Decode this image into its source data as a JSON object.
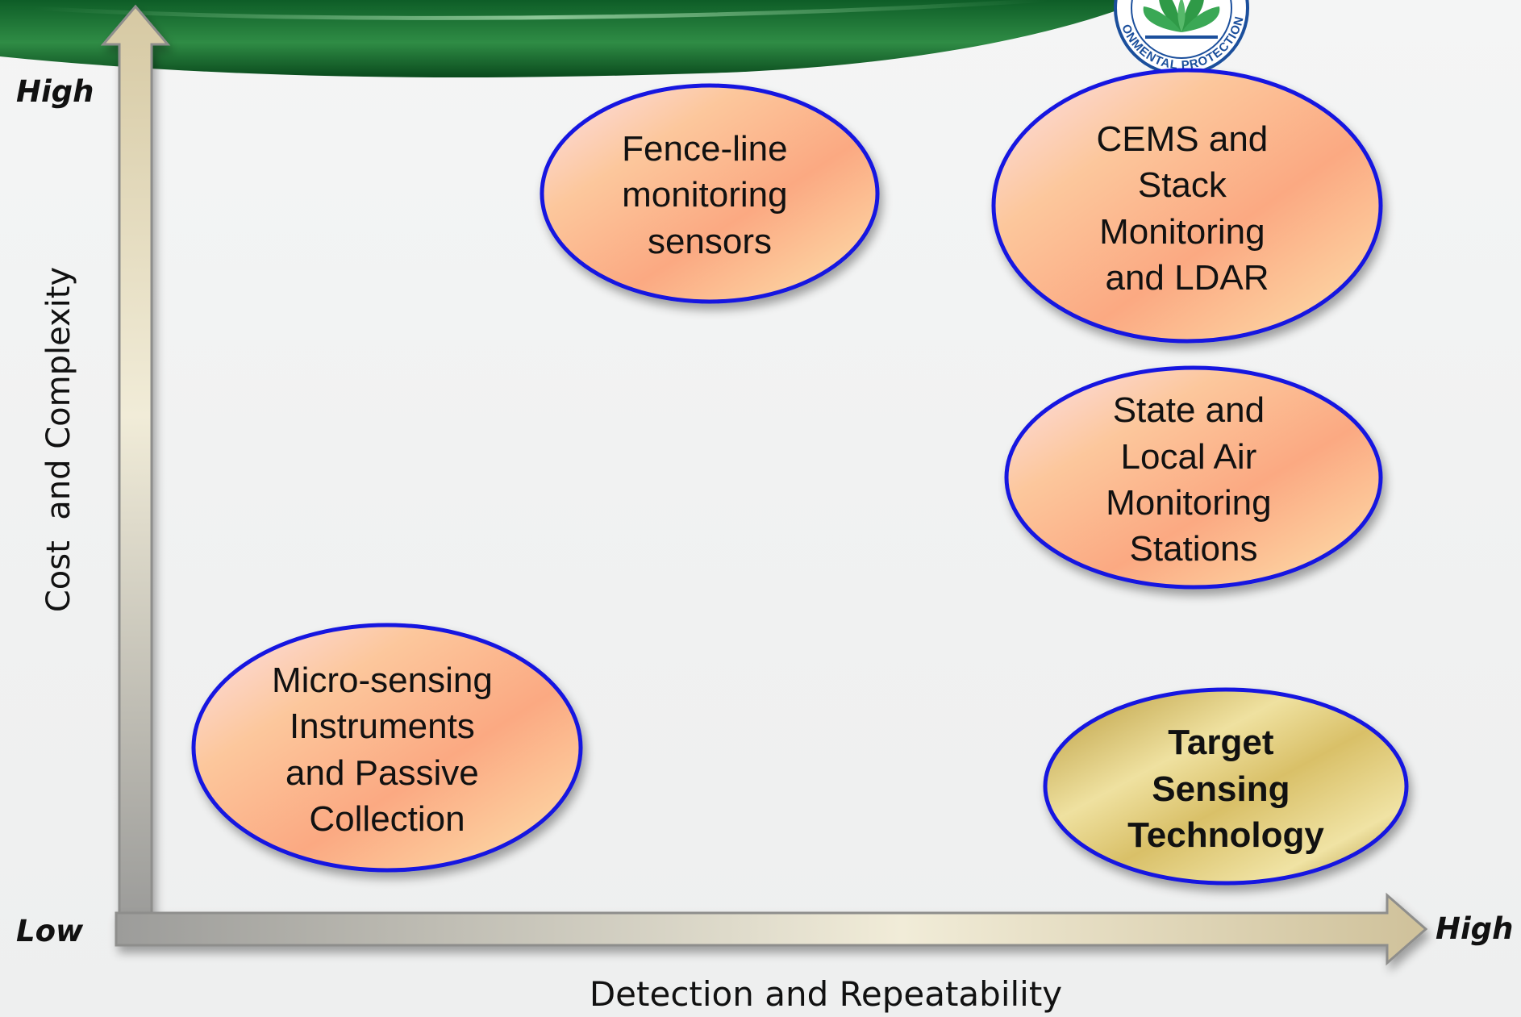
{
  "y_axis": {
    "title": "Cost  and Complexity",
    "high_label": "High",
    "low_label": "Low"
  },
  "x_axis": {
    "title": "Detection and Repeatability",
    "high_label": "High"
  },
  "logo": {
    "arc_text": "ONMENTAL PROTECTION A"
  },
  "nodes": {
    "fenceline": {
      "lines": [
        "Fence-line",
        "monitoring",
        "sensors"
      ]
    },
    "cems": {
      "lines": [
        "CEMS and",
        "Stack",
        "Monitoring",
        "and LDAR"
      ]
    },
    "state_local": {
      "lines": [
        "State and",
        "Local Air",
        "Monitoring",
        "Stations"
      ]
    },
    "micro": {
      "lines": [
        "Micro-sensing",
        "Instruments",
        "and Passive",
        "Collection"
      ]
    },
    "target": {
      "lines": [
        "Target",
        "Sensing",
        "Technology"
      ]
    }
  },
  "colors": {
    "ellipse_border": "#1515e0",
    "orange_light": "#fde7d2",
    "orange_mid": "#fbb37f",
    "gold_light": "#f4e8a8",
    "gold_dark": "#b59a2e",
    "header_green": "#1f7a3a"
  }
}
